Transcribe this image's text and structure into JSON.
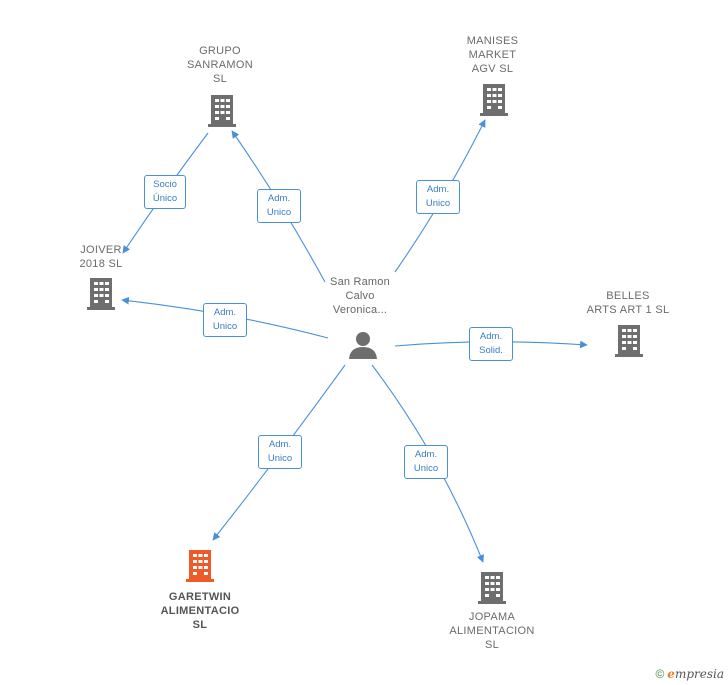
{
  "center": {
    "label": "San Ramon\nCalvo\nVeronica..."
  },
  "nodes": {
    "grupo": {
      "label": "GRUPO\nSANRAMON\nSL"
    },
    "manises": {
      "label": "MANISES\nMARKET\nAGV  SL"
    },
    "joiver": {
      "label": "JOIVER\n2018  SL"
    },
    "belles": {
      "label": "BELLES\nARTS ART 1 SL"
    },
    "garetwin": {
      "label": "GARETWIN\nALIMENTACIO\nSL"
    },
    "jopama": {
      "label": "JOPAMA\nALIMENTACION\nSL"
    }
  },
  "edges": {
    "grupo_joiver": "Socio\nÚnico",
    "center_grupo": "Adm.\nUnico",
    "center_manises": "Adm.\nUnico",
    "center_joiver": "Adm.\nUnico",
    "center_belles": "Adm.\nSolid.",
    "center_garetwin": "Adm.\nUnico",
    "center_jopama": "Adm.\nUnico"
  },
  "colors": {
    "building": "#6e6e6e",
    "focus_building": "#f05a28",
    "edge": "#4a90d9",
    "person": "#6e6e6e"
  },
  "footer": {
    "copyright": "©",
    "brand_initial": "e",
    "brand_rest": "mpresia"
  }
}
